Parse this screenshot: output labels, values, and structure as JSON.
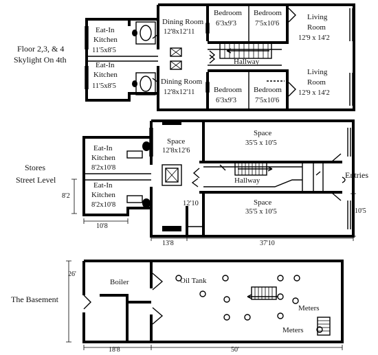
{
  "sections": {
    "floors": {
      "line1": "Floor 2,3, & 4",
      "line2": "Skylight On 4th"
    },
    "stores": {
      "line1": "Stores",
      "line2": "Street Level"
    },
    "basement": {
      "line1": "The Basement"
    }
  },
  "floors": {
    "top": {
      "kitchen": {
        "name1": "Eat-In",
        "name2": "Kitchen",
        "dim": "11'5x8'5"
      },
      "dining": {
        "name": "Dining Room",
        "dim": "12'8x12'11"
      },
      "bedroom_a": {
        "name": "Bedroom",
        "dim": "6'3x9'3"
      },
      "bedroom_b": {
        "name": "Bedroom",
        "dim": "7'5x10'6"
      },
      "living": {
        "name1": "Living",
        "name2": "Room",
        "dim": "12'9 x 14'2"
      },
      "hallway": "Hallway"
    },
    "bottom": {
      "kitchen": {
        "name1": "Eat-In",
        "name2": "Kitchen",
        "dim": "11'5x8'5"
      },
      "dining": {
        "name": "Dining Room",
        "dim": "12'8x12'11"
      },
      "bedroom_a": {
        "name": "Bedroom",
        "dim": "6'3x9'3"
      },
      "bedroom_b": {
        "name": "Bedroom",
        "dim": "7'5x10'6"
      },
      "living": {
        "name1": "Living",
        "name2": "Room",
        "dim": "12'9 x 14'2"
      }
    }
  },
  "stores": {
    "top": {
      "kitchen": {
        "name1": "Eat-In",
        "name2": "Kitchen",
        "dim": "8'2x10'8"
      },
      "space_small": {
        "name": "Space",
        "dim": "12'8x12'6"
      },
      "space_large": {
        "name": "Space",
        "dim": "35'5 x 10'5"
      }
    },
    "bottom": {
      "kitchen": {
        "name1": "Eat-In",
        "name2": "Kitchen",
        "dim": "8'2x10'8"
      },
      "space_small_dim": "12'10",
      "space_large": {
        "name": "Space",
        "dim": "35'5 x 10'5"
      }
    },
    "hallway": "Hallway",
    "entries": "Entries",
    "dims": {
      "left": "8'2",
      "kitchen_width": "10'8",
      "right": "10'5",
      "bottom_left": "13'8",
      "bottom_right": "37'10"
    }
  },
  "basement": {
    "boiler": "Boiler",
    "oil_tank": "Oil Tank",
    "meters_1": "Meters",
    "meters_2": "Meters",
    "dims": {
      "height": "26'",
      "left_width": "18'8",
      "right_width": "50'"
    }
  }
}
